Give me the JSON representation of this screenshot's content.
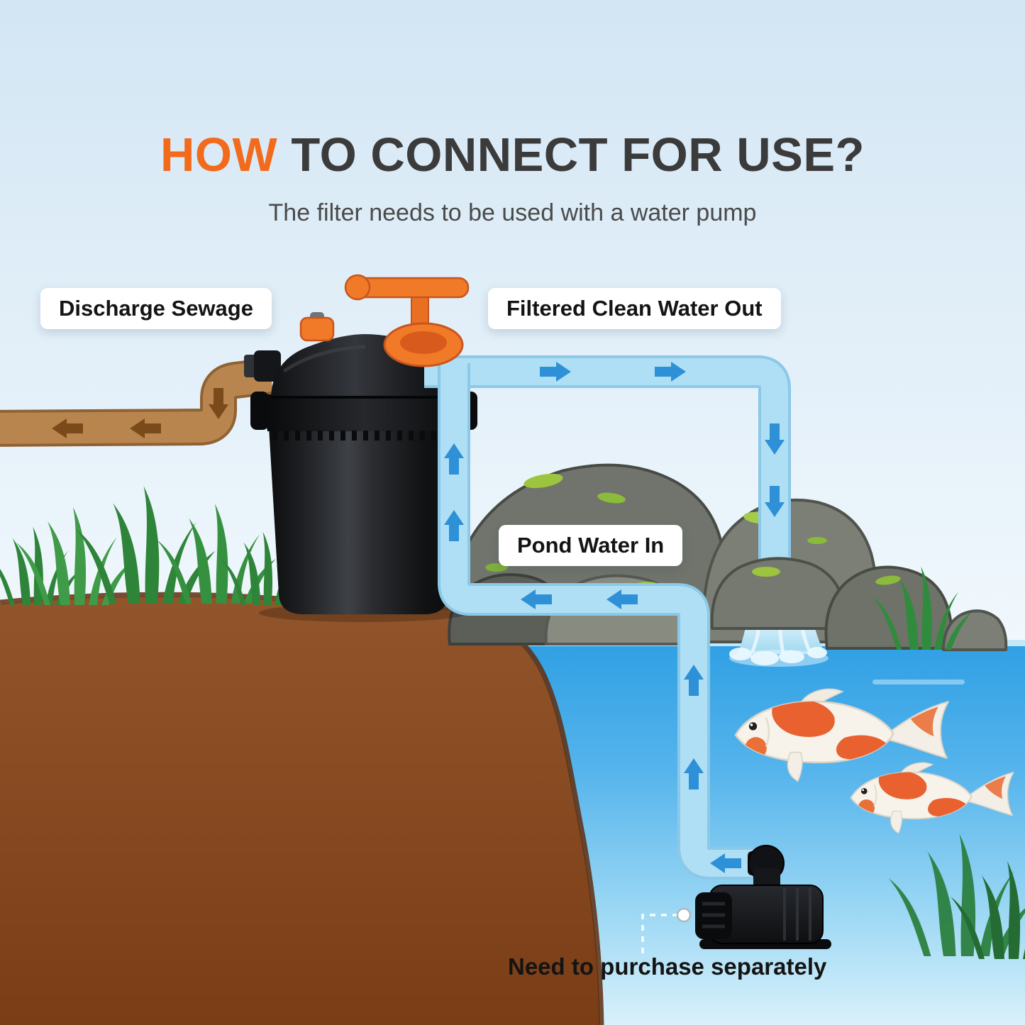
{
  "title": {
    "highlight": "HOW",
    "rest": " TO CONNECT FOR USE?"
  },
  "subtitle": "The filter needs to be used with a water pump",
  "labels": {
    "discharge": "Discharge Sewage",
    "filtered_out": "Filtered Clean Water Out",
    "pond_in": "Pond Water In",
    "purchase_note": "Need to purchase separately"
  },
  "colors": {
    "accent_orange": "#F26B1D",
    "title_dark": "#3B3B3B",
    "pipe_blue": "#AFDFF5",
    "pipe_blue_edge": "#8CC8E8",
    "arrow_blue": "#2E90D6",
    "pipe_brown": "#B9854F",
    "pipe_brown_edge": "#8F6234",
    "arrow_brown": "#7A4A1A",
    "grass_green": "#3F9B47"
  },
  "icons": {
    "flow_arrow": "solid block arrow indicating water flow direction",
    "dashed_leader": "dashed pointer line to separately purchased pump"
  }
}
